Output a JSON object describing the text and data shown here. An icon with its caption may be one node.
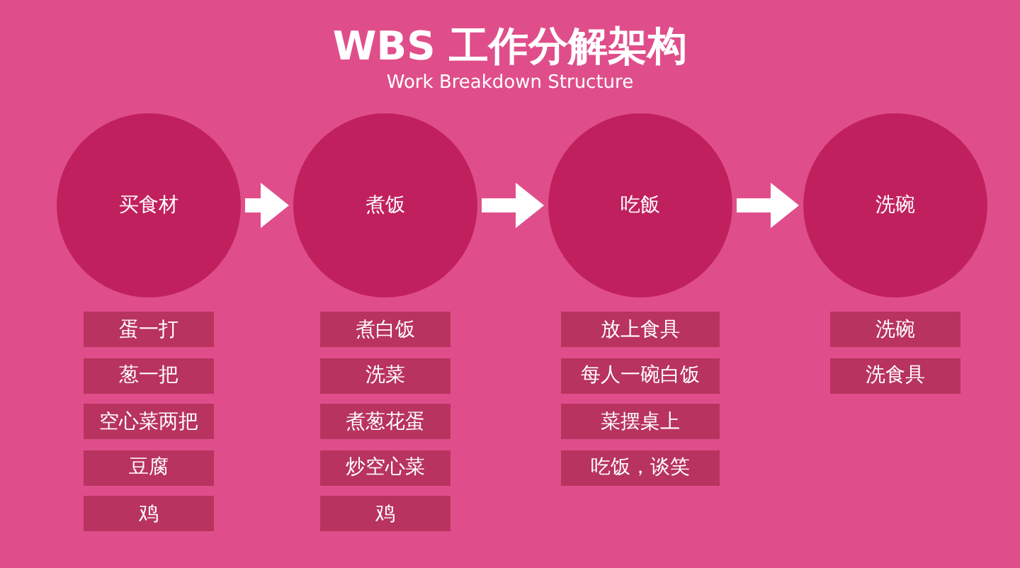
{
  "diagram": {
    "title": "WBS 工作分解架构",
    "caption": "Work Breakdown Structure",
    "nodes": [
      {
        "text": [
          "买食材"
        ]
      },
      {
        "text": [
          "煮饭"
        ]
      },
      {
        "text": [
          "吃飯"
        ]
      },
      {
        "text": [
          "洗碗"
        ]
      },
      {
        "text": [
          "蛋一打"
        ]
      },
      {
        "text": [
          "葱一把"
        ]
      },
      {
        "text": [
          "空心菜两把"
        ]
      },
      {
        "text": [
          "豆腐"
        ]
      },
      {
        "text": [
          "鸡"
        ]
      },
      {
        "text": [
          "煮白饭"
        ]
      },
      {
        "text": [
          "洗菜"
        ]
      },
      {
        "text": [
          "煮葱花蛋"
        ]
      },
      {
        "text": [
          "炒空心菜"
        ]
      },
      {
        "text": [
          "鸡"
        ]
      },
      {
        "text": [
          "放上食具"
        ]
      },
      {
        "text": [
          "每人一碗白饭"
        ]
      },
      {
        "text": [
          "菜摆桌上"
        ]
      },
      {
        "text": [
          "吃饭，谈笑"
        ]
      },
      {
        "text": [
          "洗碗"
        ]
      },
      {
        "text": [
          "洗食具"
        ]
      }
    ],
    "edges": [
      {
        "from": 0,
        "to": 1,
        "arrow": "to"
      },
      {
        "from": 1,
        "to": 2,
        "arrow": "to"
      },
      {
        "from": 2,
        "to": 3,
        "arrow": "to"
      }
    ]
  }
}
